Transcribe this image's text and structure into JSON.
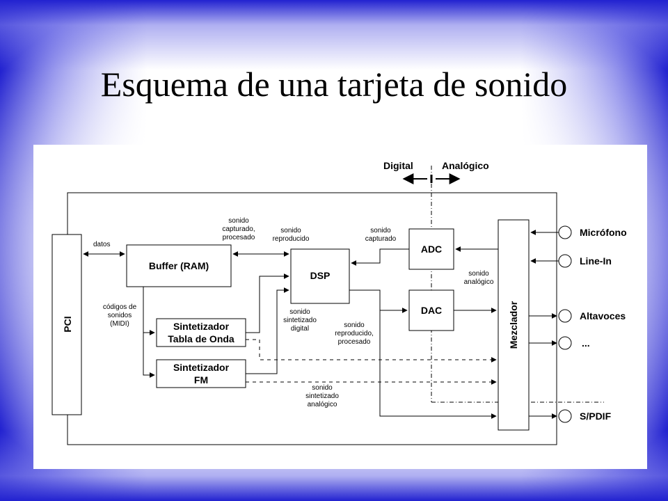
{
  "slide": {
    "title": "Esquema de una tarjeta de sonido"
  },
  "diagram": {
    "header": {
      "digital": "Digital",
      "analogico": "Analógico"
    },
    "blocks": {
      "pci": "PCI",
      "buffer": "Buffer (RAM)",
      "dsp": "DSP",
      "adc": "ADC",
      "dac": "DAC",
      "mezclador": "Mezclador",
      "synth_wave_1": "Sintetizador",
      "synth_wave_2": "Tabla de Onda",
      "synth_fm_1": "Sintetizador",
      "synth_fm_2": "FM"
    },
    "ports": {
      "microfono": "Micrófono",
      "line_in": "Line-In",
      "altavoces": "Altavoces",
      "more": "...",
      "spdif": "S/PDIF"
    },
    "annotations": {
      "datos": "datos",
      "capturado_1": "sonido",
      "capturado_2": "capturado,",
      "capturado_3": "procesado",
      "reproducido_1": "sonido",
      "reproducido_2": "reproducido",
      "adc_out_1": "sonido",
      "adc_out_2": "capturado",
      "analogico_1": "sonido",
      "analogico_2": "analógico",
      "codigos_1": "códigos de",
      "codigos_2": "sonidos",
      "codigos_3": "(MIDI)",
      "sint_dig_1": "sonido",
      "sint_dig_2": "sintetizado",
      "sint_dig_3": "digital",
      "rep_proc_1": "sonido",
      "rep_proc_2": "reproducido,",
      "rep_proc_3": "procesado",
      "sint_ana_1": "sonido",
      "sint_ana_2": "sintetizado",
      "sint_ana_3": "analógico"
    }
  }
}
